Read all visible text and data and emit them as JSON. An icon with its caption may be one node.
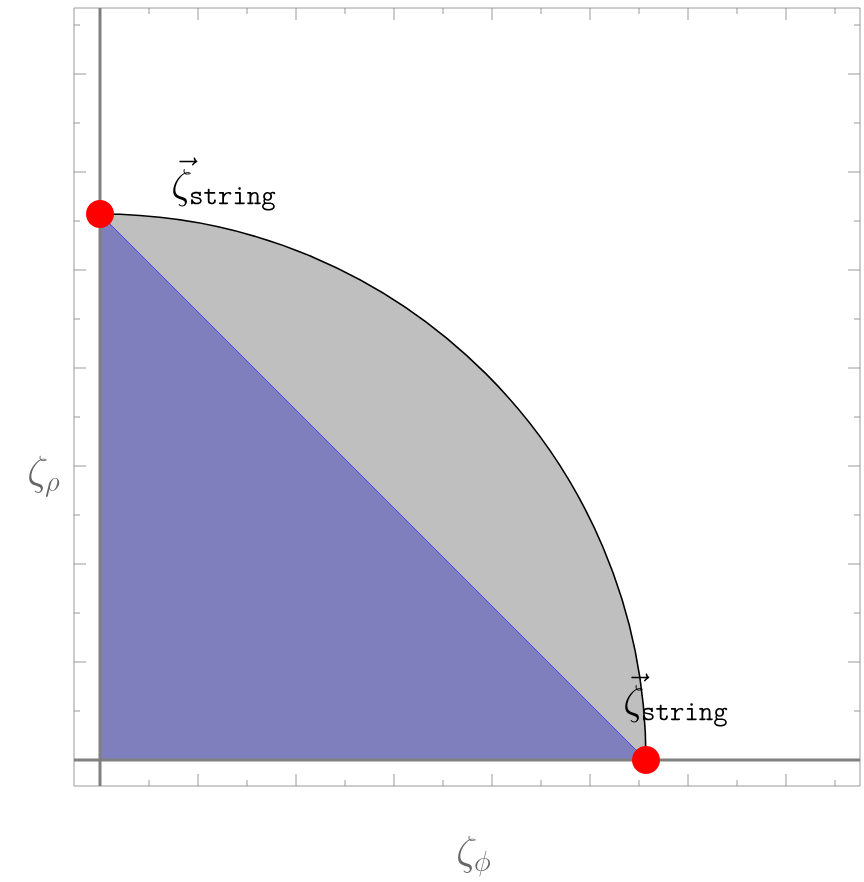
{
  "diagram": {
    "labels": [
      "\\vec{\\zeta}_{\\mathtt{string}}",
      "\\zeta_{\\rho}",
      "\\vec{\\zeta}_{\\mathtt{string}}",
      "\\zeta_{\\phi}"
    ]
  }
}
